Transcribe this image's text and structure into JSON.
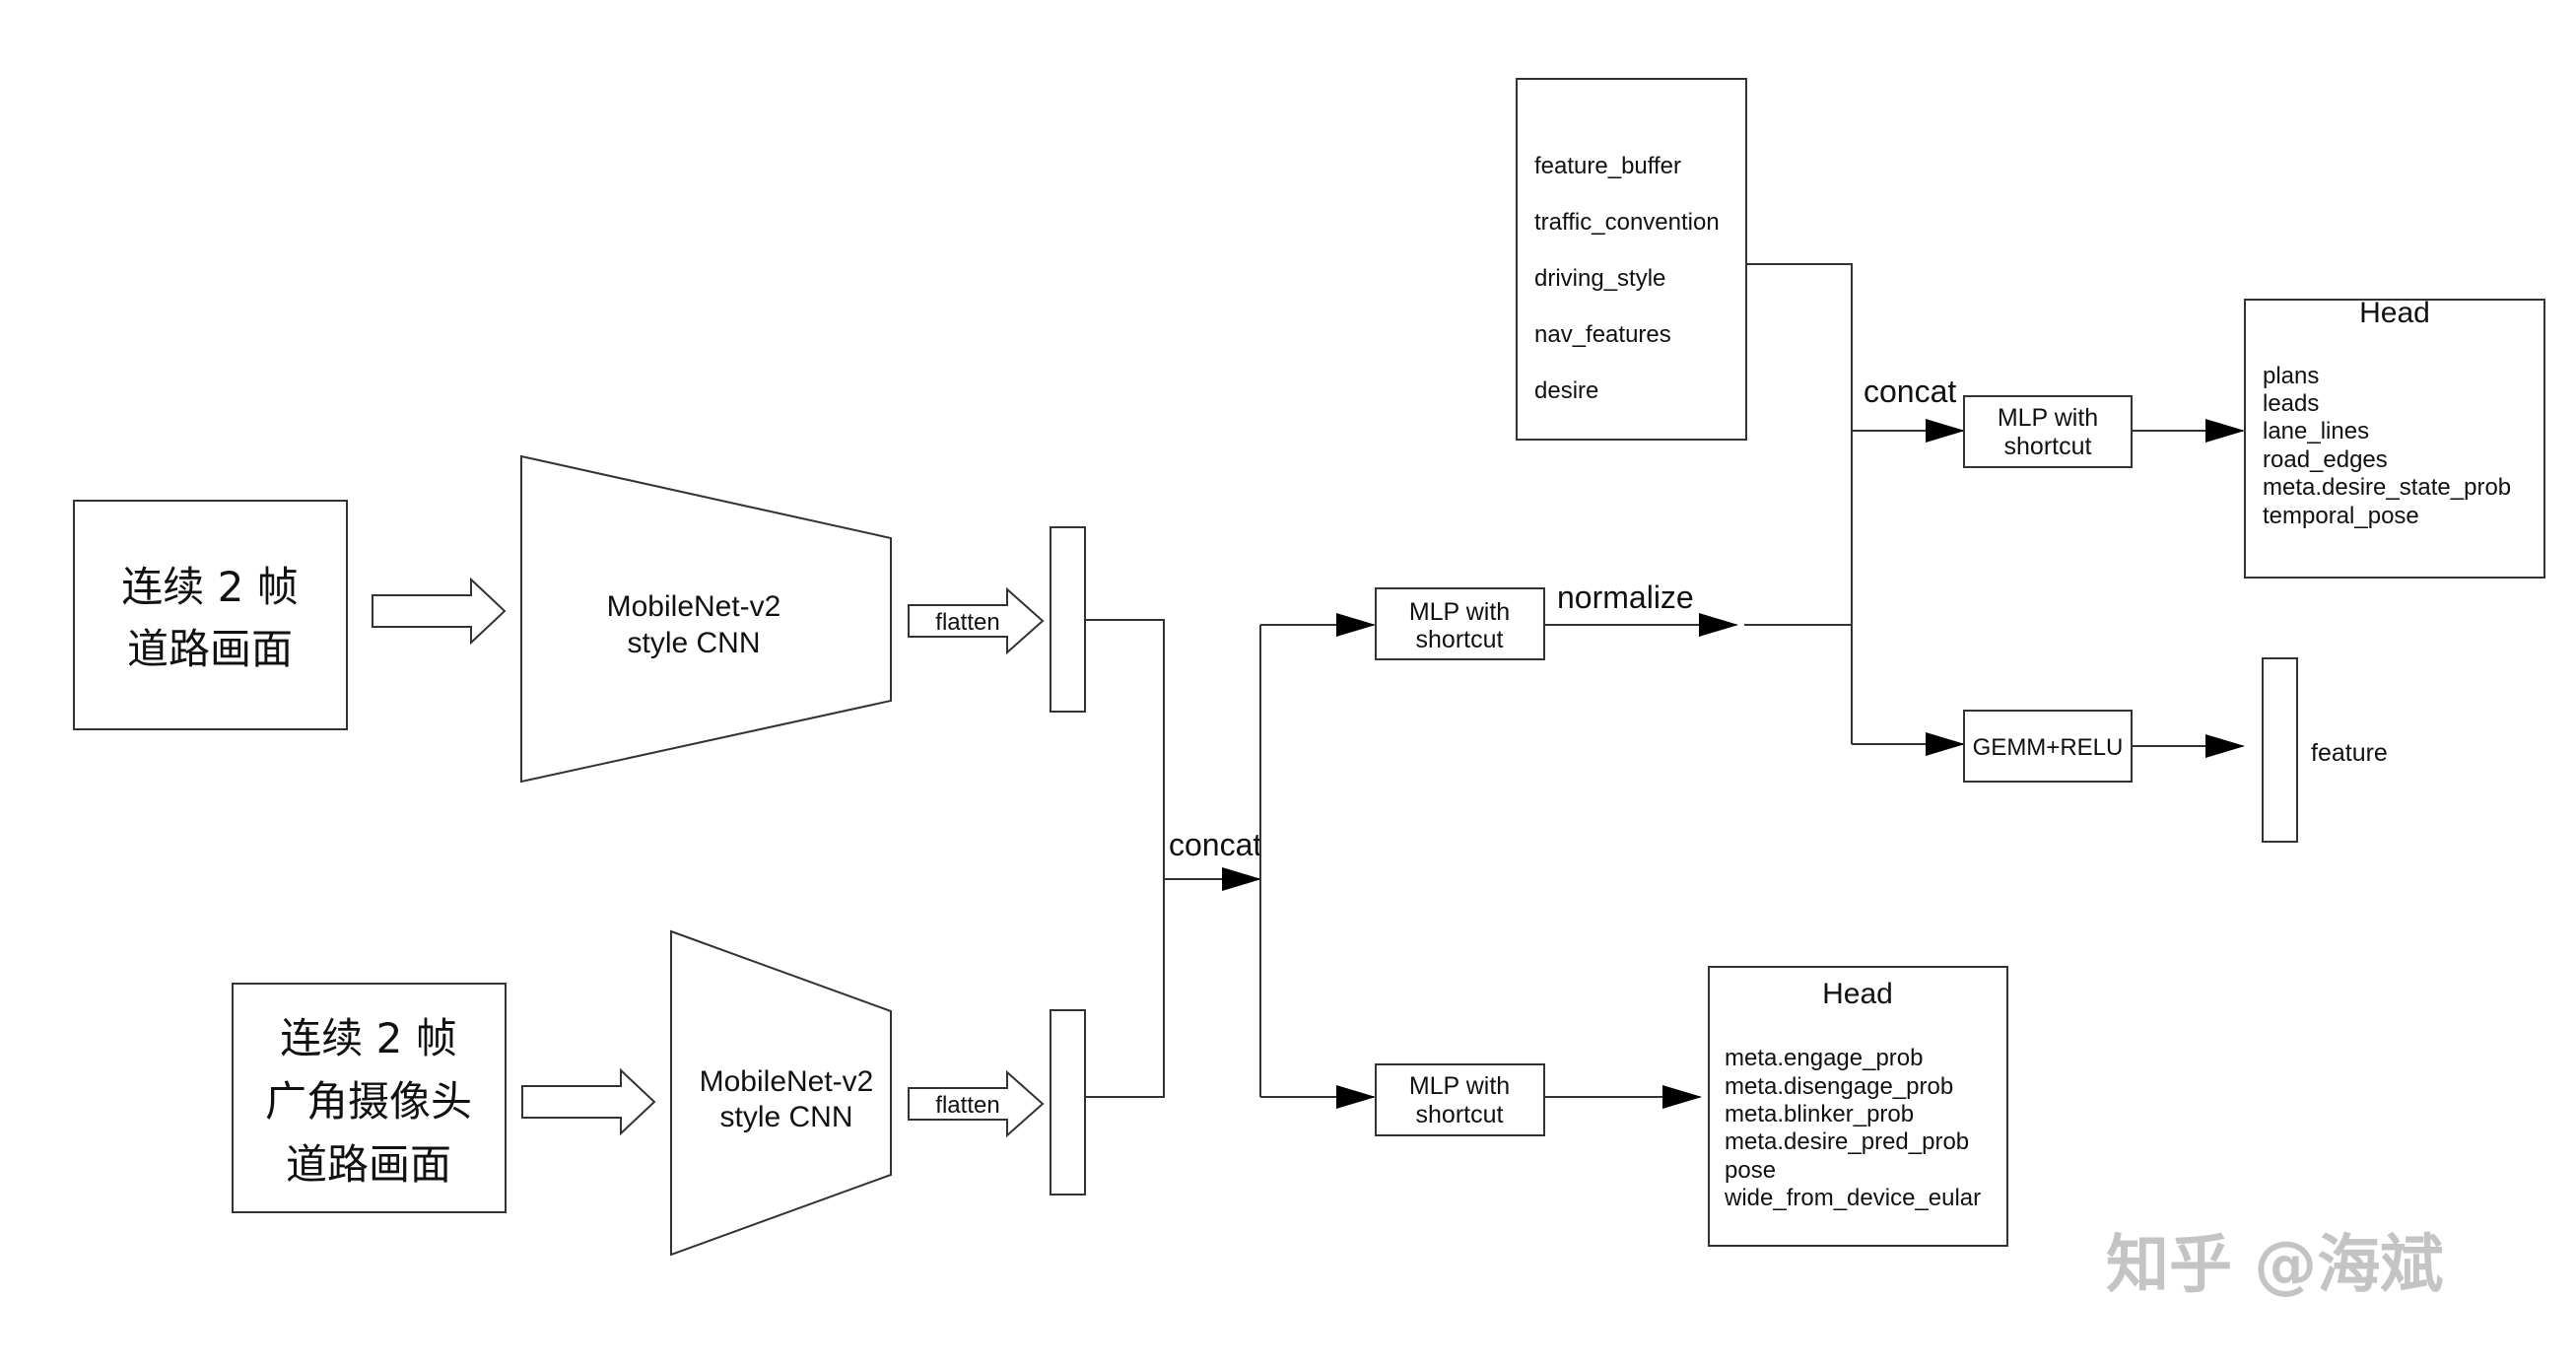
{
  "inputs": {
    "road": [
      "连续 2 帧",
      "道路画面"
    ],
    "wide": [
      "连续 2 帧",
      "广角摄像头",
      "道路画面"
    ]
  },
  "cnn": {
    "top": [
      "MobileNet-v2",
      "style CNN"
    ],
    "bottom": [
      "MobileNet-v2",
      "style CNN"
    ]
  },
  "flatten_label": "flatten",
  "concat_label": "concat",
  "normalize_label": "normalize",
  "mlp": [
    "MLP with",
    "shortcut"
  ],
  "gemm_label": "GEMM+RELU",
  "feature_label": "feature",
  "extra_inputs": [
    "feature_buffer",
    "traffic_convention",
    "driving_style",
    "nav_features",
    "desire"
  ],
  "head_top": {
    "title": "Head",
    "items": [
      "plans",
      "leads",
      "lane_lines",
      "road_edges",
      "meta.desire_state_prob",
      "temporal_pose"
    ]
  },
  "head_bottom": {
    "title": "Head",
    "items": [
      "meta.engage_prob",
      "meta.disengage_prob",
      "meta.blinker_prob",
      "meta.desire_pred_prob",
      "pose",
      "wide_from_device_eular"
    ]
  },
  "watermark": "知乎 @海斌"
}
